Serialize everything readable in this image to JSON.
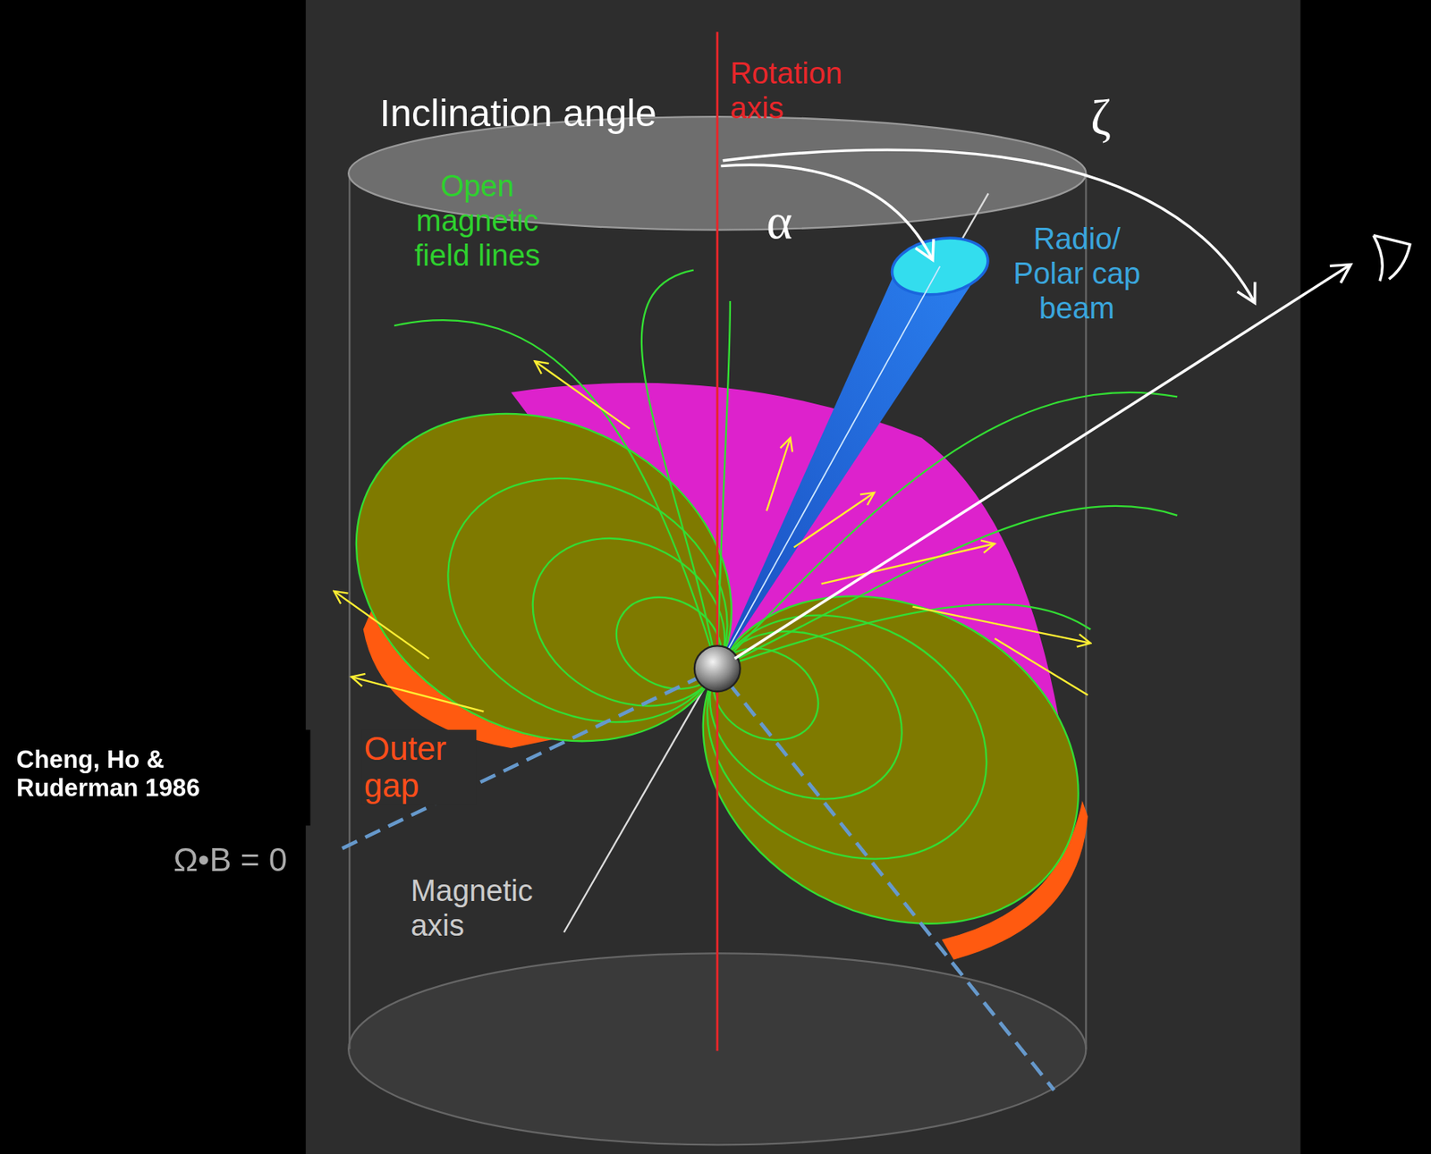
{
  "diagram": {
    "labels": [
      "Inclination angle",
      "Rotation axis",
      "ζ",
      "Open magnetic field lines",
      "α",
      "Radio/ Polar cap beam",
      "Cheng, Ho & Ruderman 1986",
      "Outer gap",
      "Ω•B = 0",
      "Magnetic axis"
    ]
  }
}
